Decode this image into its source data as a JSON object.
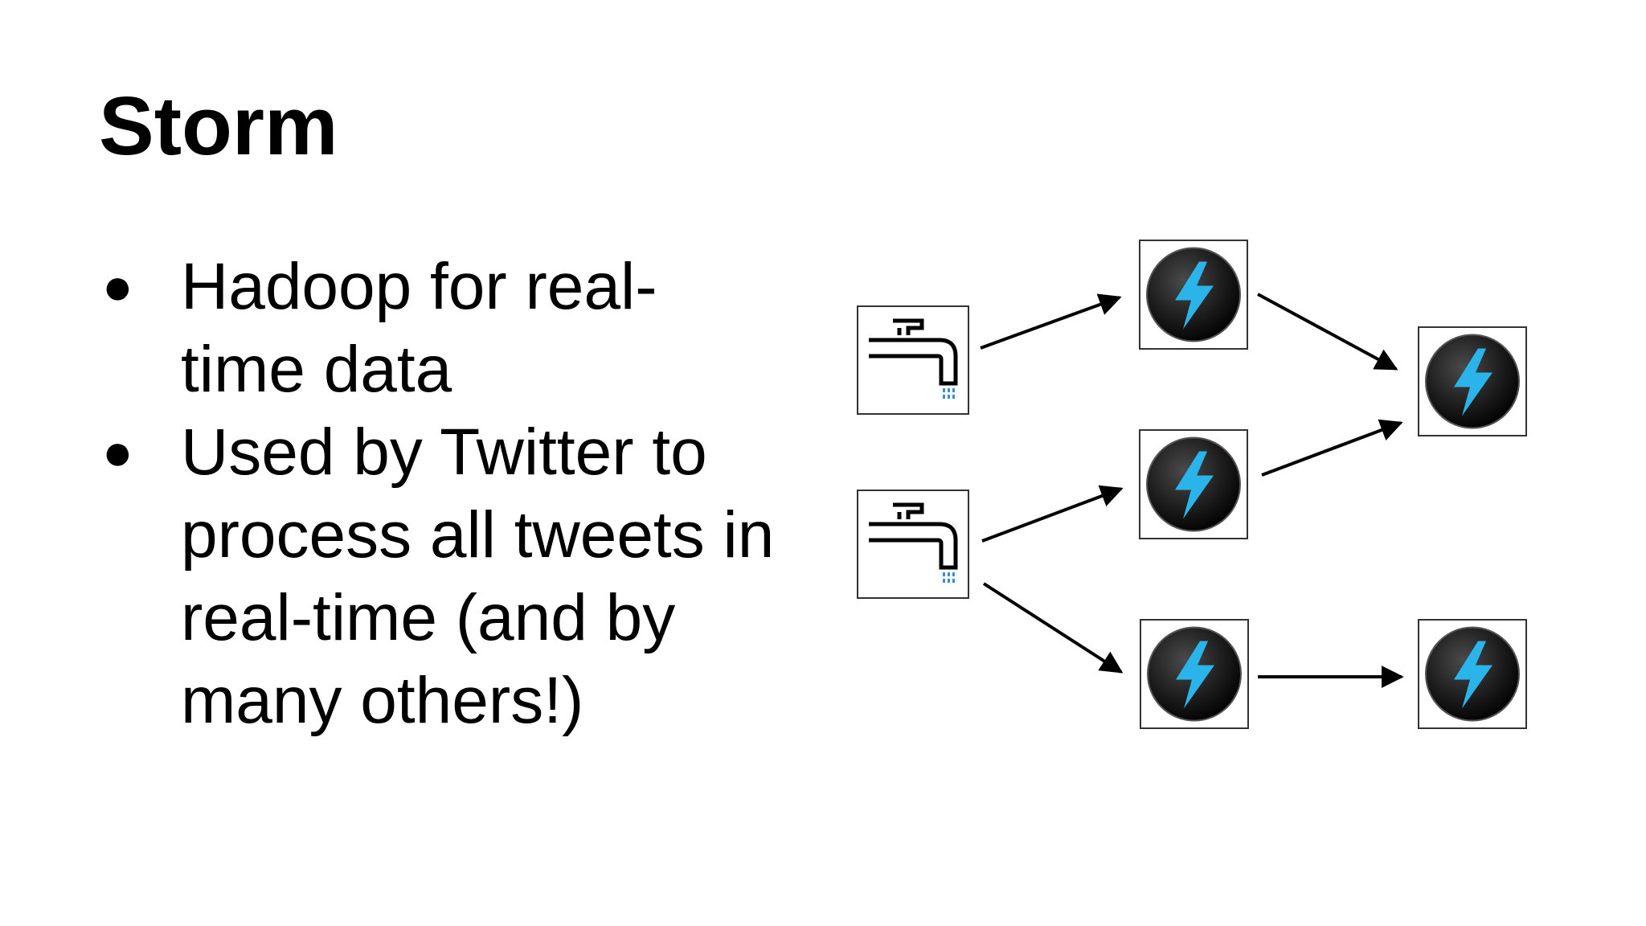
{
  "slide": {
    "title": "Storm",
    "bullets": [
      {
        "marker": "●",
        "text": "Hadoop for real-\ntime data"
      },
      {
        "marker": "●",
        "text": "Used by Twitter to\nprocess all tweets in\nreal-time (and by\nmany others!)"
      }
    ]
  },
  "diagram": {
    "nodes": [
      {
        "id": "spout-1",
        "kind": "spout",
        "icon": "faucet-icon"
      },
      {
        "id": "spout-2",
        "kind": "spout",
        "icon": "faucet-icon"
      },
      {
        "id": "bolt-1",
        "kind": "bolt",
        "icon": "lightning-bolt-icon"
      },
      {
        "id": "bolt-2",
        "kind": "bolt",
        "icon": "lightning-bolt-icon"
      },
      {
        "id": "bolt-3",
        "kind": "bolt",
        "icon": "lightning-bolt-icon"
      },
      {
        "id": "bolt-4",
        "kind": "bolt",
        "icon": "lightning-bolt-icon"
      },
      {
        "id": "bolt-5",
        "kind": "bolt",
        "icon": "lightning-bolt-icon"
      }
    ],
    "edges": [
      {
        "from": "spout-1",
        "to": "bolt-1"
      },
      {
        "from": "bolt-1",
        "to": "bolt-4"
      },
      {
        "from": "spout-2",
        "to": "bolt-2"
      },
      {
        "from": "bolt-2",
        "to": "bolt-4"
      },
      {
        "from": "spout-2",
        "to": "bolt-3"
      },
      {
        "from": "bolt-3",
        "to": "bolt-5"
      }
    ],
    "colors": {
      "bolt_fill": "#2ab4ea",
      "bolt_circle": "#222222",
      "faucet_drops": "#3a8fd6",
      "node_border": "#333333",
      "arrow": "#000000"
    }
  }
}
